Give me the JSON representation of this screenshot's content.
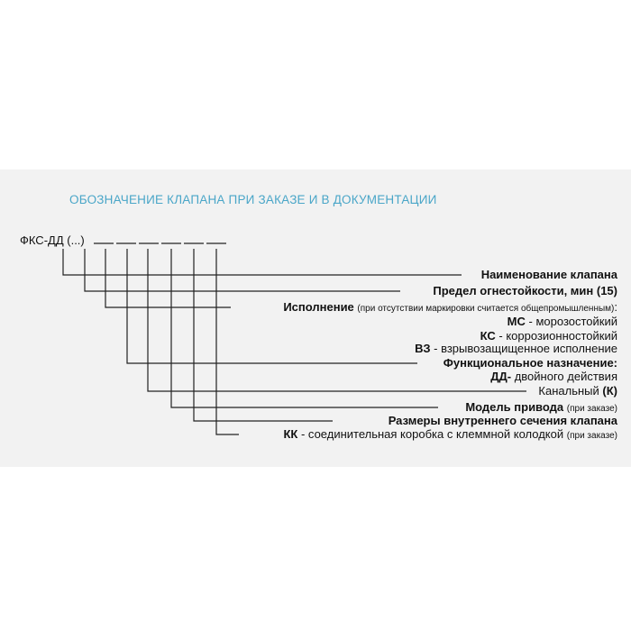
{
  "heading": "ОБОЗНАЧЕНИЕ КЛАПАНА ПРИ ЗАКАЗЕ И В ДОКУМЕНТАЦИИ",
  "code": "ФКС-ДД (...)",
  "items": [
    {
      "bold": "Наименование клапана"
    },
    {
      "bold": "Предел огнестойкости, мин (15)"
    },
    {
      "bold": "Исполнение",
      "small": "(при отсутствии маркировки считается общепромышленным)",
      "tail": ":"
    },
    {
      "bold": "МС",
      "text": "- морозостойкий"
    },
    {
      "bold": "КС",
      "text": "- коррозионностойкий"
    },
    {
      "bold": "ВЗ",
      "text": "- взрывозащищенное исполнение"
    },
    {
      "bold": "Функциональное назначение:"
    },
    {
      "bold": "ДД-",
      "text": "двойного действия"
    },
    {
      "text": "Канальный",
      "bold2": "(К)"
    },
    {
      "bold": "Модель привода",
      "small": "(при заказе)"
    },
    {
      "bold": "Размеры внутреннего сечения клапана"
    },
    {
      "bold": "КК",
      "text": "- соединительная коробка с клеммной колодкой",
      "small": "(при заказе)"
    }
  ],
  "colors": {
    "heading": "#4aa6c8",
    "band": "#f2f2f2",
    "line": "#222222"
  }
}
